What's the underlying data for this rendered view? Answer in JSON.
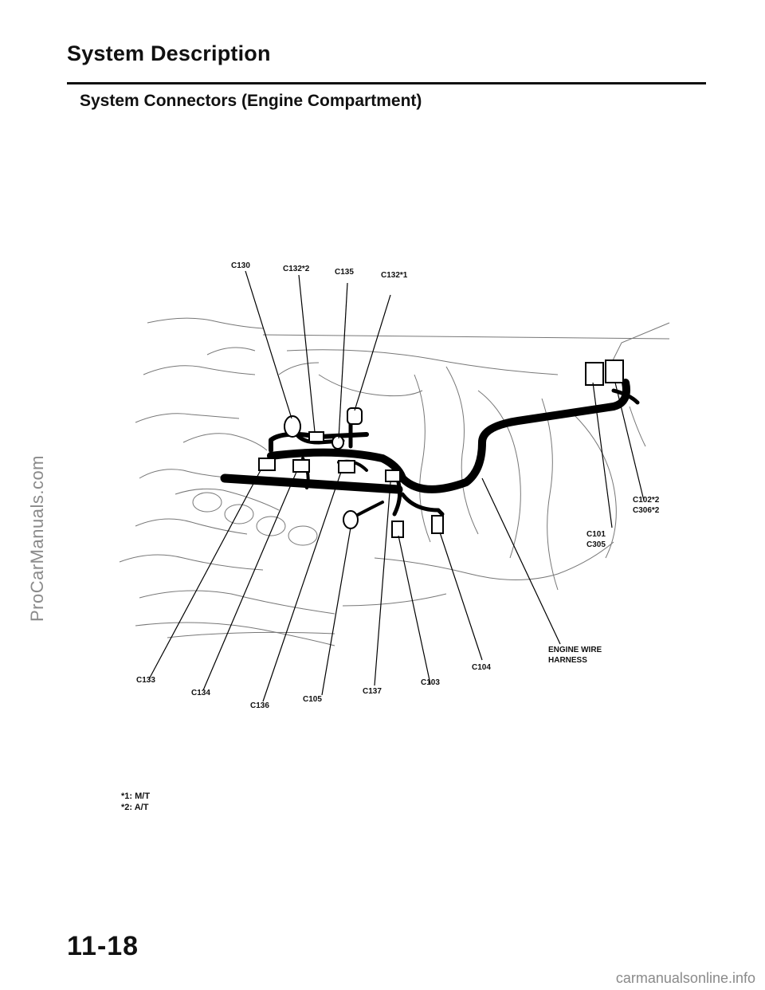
{
  "header": {
    "title": "System Description",
    "subtitle": "System Connectors (Engine Compartment)"
  },
  "diagram": {
    "top_labels": [
      "C130",
      "C132*2",
      "C135",
      "C132*1"
    ],
    "right_labels": {
      "c102_line1": "C102*2",
      "c102_line2": "C306*2",
      "c101_line1": "C101",
      "c101_line2": "C305"
    },
    "harness_label_line1": "ENGINE WIRE",
    "harness_label_line2": "HARNESS",
    "bottom_labels": [
      "C133",
      "C134",
      "C136",
      "C105",
      "C137",
      "C103",
      "C104"
    ]
  },
  "footnotes": [
    "*1: M/T",
    "*2: A/T"
  ],
  "page_number": "11-18",
  "watermarks": {
    "side": "ProCarManuals.com",
    "bottom": "carmanualsonline.info"
  }
}
